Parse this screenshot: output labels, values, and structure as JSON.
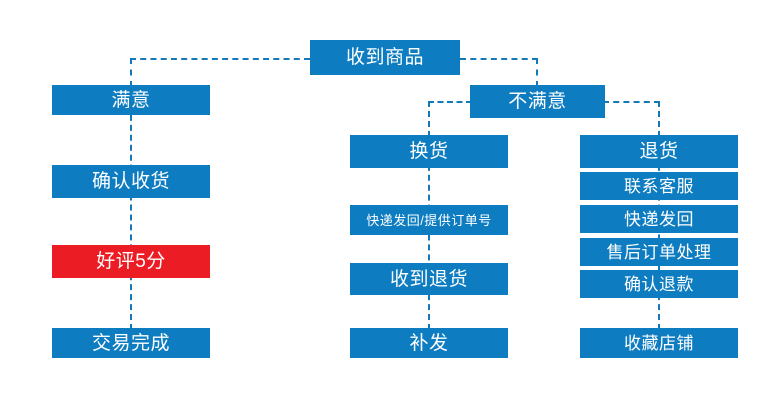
{
  "diagram": {
    "title": "收到商品 after-sales flowchart",
    "colors": {
      "node_blue": "#0d7cc1",
      "node_red": "#ec1c24",
      "connector_blue": "#1579b9",
      "text": "#ffffff",
      "background": "#ffffff"
    },
    "root": {
      "label": "收到商品"
    },
    "branches": {
      "satisfied": {
        "label": "满意",
        "steps": [
          {
            "label": "确认收货",
            "highlight": false
          },
          {
            "label": "好评5分",
            "highlight": true
          },
          {
            "label": "交易完成",
            "highlight": false
          }
        ]
      },
      "unsatisfied": {
        "label": "不满意",
        "exchange": {
          "label": "换货",
          "steps": [
            {
              "label": "快递发回/提供订单号"
            },
            {
              "label": "收到退货"
            },
            {
              "label": "补发"
            }
          ]
        },
        "refund": {
          "label": "退货",
          "steps": [
            {
              "label": "联系客服"
            },
            {
              "label": "快递发回"
            },
            {
              "label": "售后订单处理"
            },
            {
              "label": "确认退款"
            },
            {
              "label": "收藏店铺"
            }
          ]
        }
      }
    }
  }
}
